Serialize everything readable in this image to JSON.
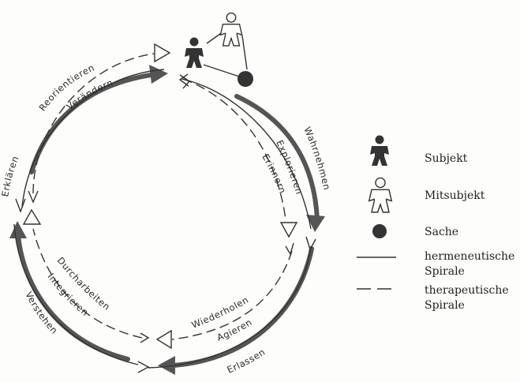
{
  "diagram": {
    "labels": {
      "reorientieren": "Reorientieren",
      "veraendern": "Verändern",
      "erklaeren": "Erklären",
      "wahrnehmen": "Wahrnehmen",
      "explorieren": "Explorieren",
      "erinnern": "Erinnern",
      "durcharbeiten": "Durcharbeiten",
      "integrieren": "Integrieren",
      "verstehen": "Verstehen",
      "wiederholen": "Wiederholen",
      "agieren": "Agieren",
      "erlassen": "Erlassen"
    },
    "legend": {
      "subjekt": "Subjekt",
      "mitsubjekt": "Mitsubjekt",
      "sache": "Sache",
      "hermeneutische_line1": "hermeneutische",
      "hermeneutische_line2": "Spirale",
      "therapeutische_line1": "therapeutische",
      "therapeutische_line2": "Spirale"
    },
    "icons": {
      "subjekt": "person-filled-icon",
      "mitsubjekt": "person-outline-icon",
      "sache": "filled-circle-icon"
    },
    "colors": {
      "thick_arrow": "#555555",
      "lines": "#333333",
      "background": "#fdfdfb"
    }
  }
}
